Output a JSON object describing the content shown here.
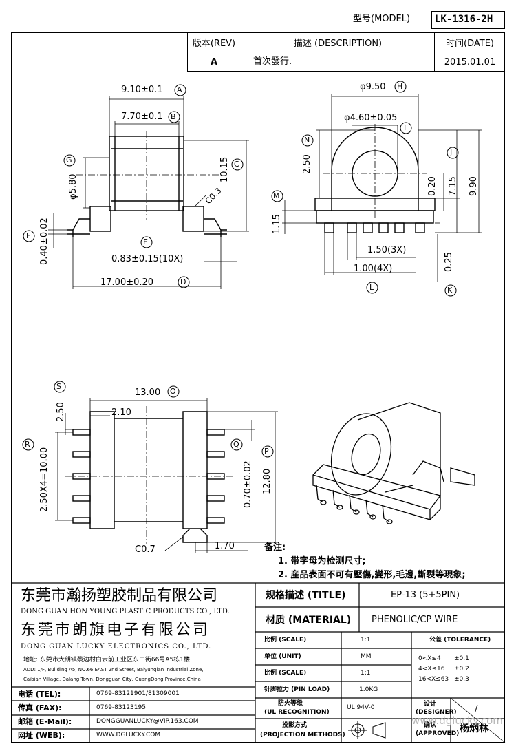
{
  "header": {
    "model_label": "型号(MODEL)",
    "model_value": "LK-1316-2H",
    "rev_label": "版本(REV)",
    "desc_label": "描述 (DESCRIPTION)",
    "date_label": "时间(DATE)",
    "rev_value": "A",
    "desc_value": "首次發行.",
    "date_value": "2015.01.01"
  },
  "dims": {
    "A": "9.10±0.1",
    "B": "7.70±0.1",
    "C": "10.15",
    "D": "17.00±0.20",
    "E": "0.83±0.15(10X)",
    "F": "0.40±0.02",
    "G": "φ5.80",
    "H": "φ9.50",
    "I": "φ4.60±0.05",
    "J": "7.15",
    "J2": "9.90",
    "J3": "0.20",
    "K": "0.25",
    "L1": "1.50(3X)",
    "L2": "1.00(4X)",
    "M": "1.15",
    "N": "2.50",
    "O": "13.00",
    "O2": "2.10",
    "P": "12.80",
    "Q": "0.70±0.02",
    "R": "2.50X4=10.00",
    "S": "2.50",
    "c03": "C0.3",
    "c07": "C0.7",
    "d170": "1.70"
  },
  "circle_letters": [
    "A",
    "B",
    "C",
    "D",
    "E",
    "F",
    "G",
    "H",
    "I",
    "J",
    "K",
    "L",
    "M",
    "N",
    "O",
    "P",
    "Q",
    "R",
    "S"
  ],
  "notes": {
    "title": "备注:",
    "line1": "1. 带字母为检测尺寸;",
    "line2": "2. 産品表面不可有壓傷,變形,毛邊,斷裂等現象;"
  },
  "company": {
    "cn1": "东莞市瀚扬塑胶制品有限公司",
    "en1": "DONG GUAN HON YOUNG PLASTIC PRODUCTS CO., LTD.",
    "cn2": "东莞市朗旗电子有限公司",
    "en2": "DONG GUAN LUCKY ELECTRONICS CO., LTD.",
    "addr_cn": "地址: 东莞市大朗镇蔡边村白云前工业区东二街66号A5栋1楼",
    "addr_en1": "ADD: 1/F, Building A5, NO.66 EAST 2nd Street, Baiyunqian Industrial Zone,",
    "addr_en2": "Caibian Village, Dalang Town, Dongguan City, GuangDong Province,China"
  },
  "contact": {
    "tel_label": "电话 (TEL):",
    "tel_value": "0769-83121901/81309001",
    "fax_label": "传真 (FAX):",
    "fax_value": "0769-83123195",
    "mail_label": "邮箱 (E-Mail):",
    "mail_value": "DONGGUANLUCKY@VIP.163.COM",
    "web_label": "网址 (WEB):",
    "web_value": "WWW.DGLUCKY.COM"
  },
  "spec": {
    "title_label": "规格描述 (TITLE)",
    "title_value": "EP-13 (5+5PIN)",
    "material_label": "材质 (MATERIAL)",
    "material_value": "PHENOLIC/CP WIRE",
    "scale_label": "比例 (SCALE)",
    "scale_value": "1:1",
    "tolerance_label": "公差 (TOLERANCE)",
    "unit_label": "单位 (UNIT)",
    "unit_value": "MM",
    "scale2_label": "比例 (SCALE)",
    "scale2_value": "1:1",
    "pin_label": "针脚拉力 (PIN LOAD)",
    "pin_value": "1.0KG",
    "ul_label1": "防火等级",
    "ul_label2": "(UL RECOGNITION)",
    "ul_value": "UL 94V-0",
    "proj_label1": "投影方式",
    "proj_label2": "(PROJECTION METHODS)",
    "tol1a": "0<X≤4",
    "tol1b": "±0.1",
    "tol2a": "4<X≤16",
    "tol2b": "±0.2",
    "tol3a": "16<X≤63",
    "tol3b": "±0.3",
    "designer_label1": "设计",
    "designer_label2": "(DESIGNER)",
    "approved_label1": "确认",
    "approved_label2": "(APPROVED)",
    "approver": "杨炳林",
    "designer_mark": "/"
  },
  "watermark": "www.dglucky.com"
}
